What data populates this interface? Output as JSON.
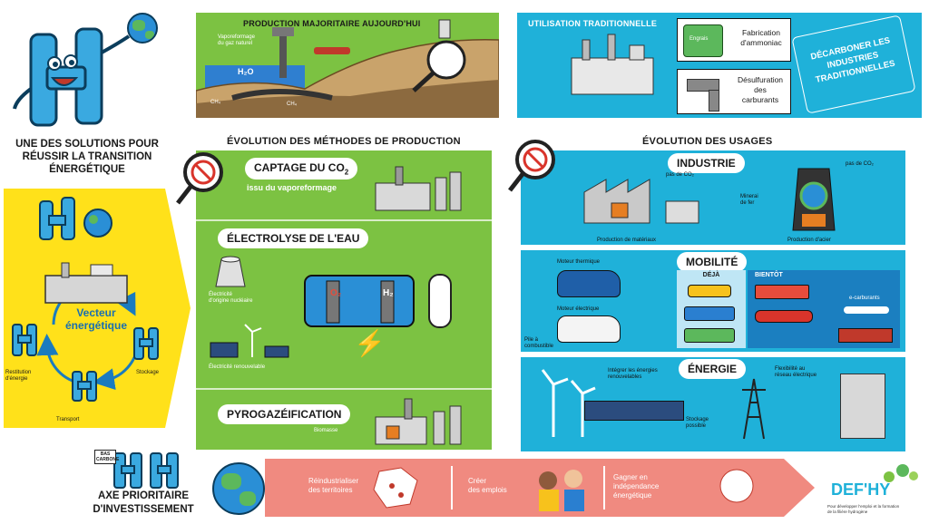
{
  "top_left": {
    "headline": [
      "UNE DES SOLUTIONS POUR",
      "RÉUSSIR LA TRANSITION",
      "ÉNERGÉTIQUE"
    ]
  },
  "vector_cycle": {
    "center": [
      "Vecteur",
      "énergétique"
    ],
    "stockage": "Stockage",
    "transport": "Transport",
    "restitution": [
      "Restitution",
      "d'énergie"
    ]
  },
  "production_today": {
    "title": "PRODUCTION MAJORITAIRE AUJOURD'HUI",
    "vaporeformage": [
      "Vaporeformage",
      "du gaz naturel"
    ],
    "h2o": "H₂O",
    "ch4_a": "CH₄",
    "ch4_b": "CH₄"
  },
  "traditional_use": {
    "title": "UTILISATION TRADITIONNELLE",
    "ammoniac": [
      "Fabrication",
      "d'ammoniac"
    ],
    "engrais": "Engrais",
    "desulfuration": [
      "Désulfuration",
      "des",
      "carburants"
    ],
    "decarboner": [
      "DÉCARBONER LES",
      "INDUSTRIES",
      "TRADITIONNELLES"
    ]
  },
  "methods": {
    "title": "ÉVOLUTION DES MÉTHODES DE PRODUCTION",
    "captage": {
      "title": "CAPTAGE DU CO",
      "sub": "2",
      "subtitle": "issu du vaporeformage"
    },
    "electrolyse": {
      "title": "ÉLECTROLYSE DE L'EAU",
      "nucleaire": [
        "Électricité",
        "d'origine nucléaire"
      ],
      "renouvelable": "Électricité renouvelable",
      "o2": "O₂",
      "h2": "H₂"
    },
    "pyro": {
      "title": "PYROGAZÉIFICATION",
      "biomasse": "Biomasse"
    }
  },
  "usages": {
    "title": "ÉVOLUTION DES USAGES",
    "industrie": {
      "title": "INDUSTRIE",
      "pas_co2_a": "pas de CO₂",
      "pas_co2_b": "pas de CO₂",
      "minerai": [
        "Minerai",
        "de fer"
      ],
      "materiaux": "Production de matériaux",
      "acier": "Production d'acier"
    },
    "mobilite": {
      "title": "MOBILITÉ",
      "thermique": "Moteur thermique",
      "electrique": "Moteur électrique",
      "pile": [
        "Pile à",
        "combustible"
      ],
      "deja": "DÉJÀ",
      "bientot": "BIENTÔT",
      "ecarburants": "e-carburants"
    },
    "energie": {
      "title": "ÉNERGIE",
      "integrer": [
        "Intégrer les énergies",
        "renouvelables"
      ],
      "flexibilite": [
        "Flexibilité au",
        "réseau électrique"
      ],
      "stockage": [
        "Stockage",
        "possible"
      ]
    }
  },
  "bottom": {
    "axe": [
      "AXE PRIORITAIRE",
      "D'INVESTISSEMENT"
    ],
    "bas_carbone": [
      "BAS",
      "CARBONE"
    ],
    "arrow_items": [
      [
        "Réindustrialiser",
        "des territoires"
      ],
      [
        "Créer",
        "des emplois"
      ],
      [
        "Gagner en",
        "indépendance",
        "énergétique"
      ]
    ]
  },
  "logo": {
    "name": "DEF'HY",
    "tagline": [
      "Pour développer l'emploi et la formation",
      "de la filière hydrogène"
    ]
  },
  "colors": {
    "green": "#7cc242",
    "blue": "#1fb1d9",
    "yellow": "#ffe11a",
    "salmon": "#f08a80",
    "teal": "#1fb1d9"
  }
}
